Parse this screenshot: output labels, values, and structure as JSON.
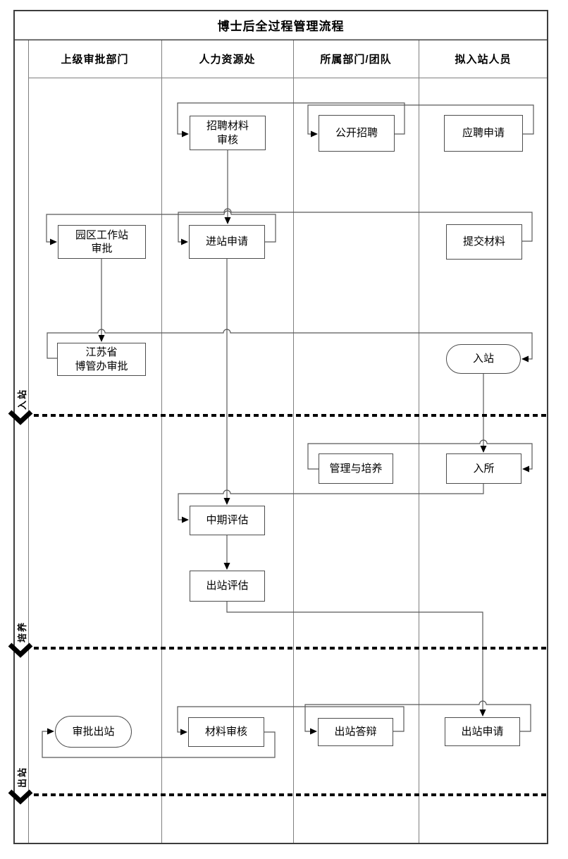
{
  "title": "博士后全过程管理流程",
  "columns": [
    {
      "label": "上级审批部门"
    },
    {
      "label": "人力资源处"
    },
    {
      "label": "所属部门/团队"
    },
    {
      "label": "拟入站人员"
    }
  ],
  "phases": [
    {
      "label": "入站"
    },
    {
      "label": "培养"
    },
    {
      "label": "出站"
    }
  ],
  "nodes": {
    "recruit_material_review": "招聘材料\n审核",
    "open_recruitment": "公开招聘",
    "application": "应聘申请",
    "park_station_approval": "园区工作站\n审批",
    "station_entry_application": "进站申请",
    "submit_materials": "提交材料",
    "jiangsu_approval": "江苏省\n博管办审批",
    "enter_station": "入站",
    "management_training": "管理与培养",
    "enter_institute": "入所",
    "midterm_evaluation": "中期评估",
    "exit_evaluation": "出站评估",
    "exit_approval": "审批出站",
    "exit_material_review": "材料审核",
    "exit_defense": "出站答辩",
    "exit_application": "出站申请"
  }
}
